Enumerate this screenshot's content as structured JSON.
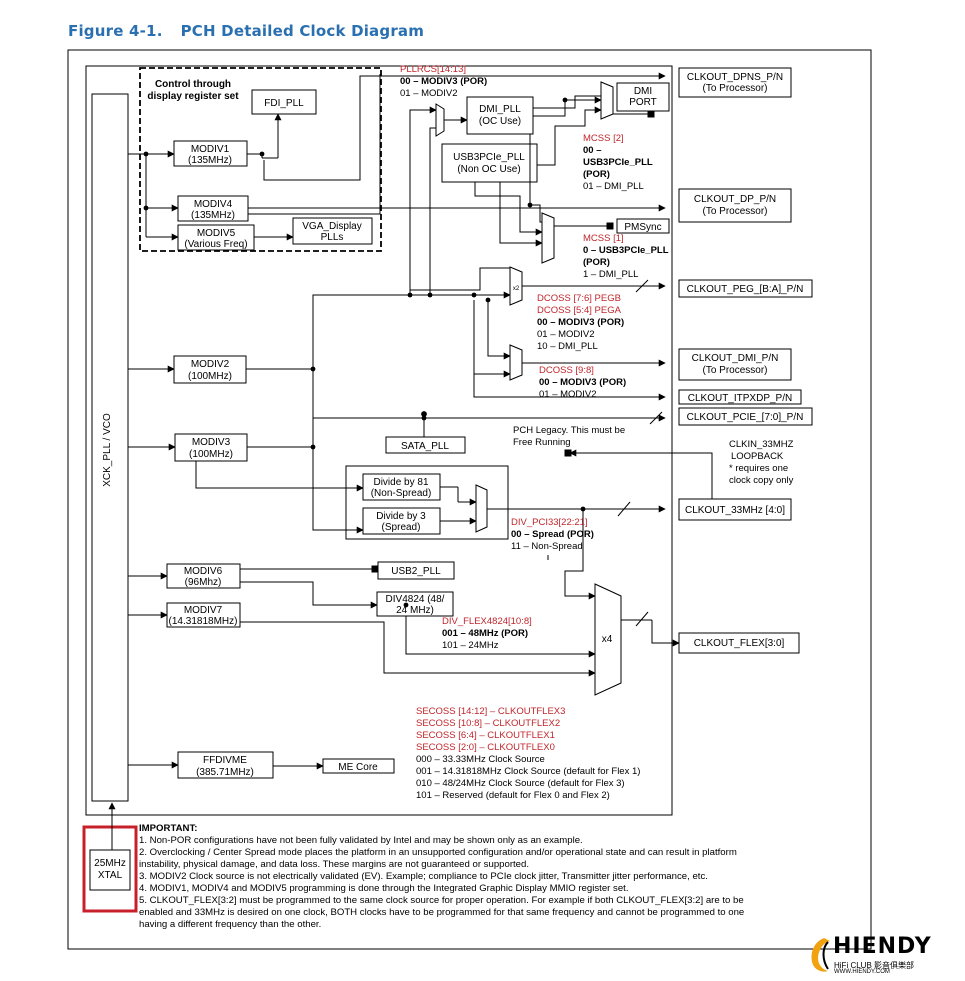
{
  "figure": {
    "number": "Figure 4-1.",
    "title": "PCH Detailed Clock Diagram"
  },
  "blocks": {
    "xck_pll": "XCK_PLL / VCO",
    "xtal_1": "25MHz",
    "xtal_2": "XTAL",
    "control_1": "Control through",
    "control_2": "display register set",
    "fdi_pll": "FDI_PLL",
    "modiv1_1": "MODIV1",
    "modiv1_2": "(135MHz)",
    "modiv4_1": "MODIV4",
    "modiv4_2": "(135MHz)",
    "modiv5_1": "MODIV5",
    "modiv5_2": "(Various Freq)",
    "vga_1": "VGA_Display",
    "vga_2": "PLLs",
    "dmi_pll_1": "DMI_PLL",
    "dmi_pll_2": "(OC Use)",
    "usb3_1": "USB3PCIe_PLL",
    "usb3_2": "(Non OC Use)",
    "dmi_port_1": "DMI",
    "dmi_port_2": "PORT",
    "pmsync": "PMSync",
    "modiv2_1": "MODIV2",
    "modiv2_2": "(100MHz)",
    "modiv3_1": "MODIV3",
    "modiv3_2": "(100MHz)",
    "sata_pll": "SATA_PLL",
    "div81_1": "Divide by 81",
    "div81_2": "(Non-Spread)",
    "div3_1": "Divide by 3",
    "div3_2": "(Spread)",
    "modiv6_1": "MODIV6",
    "modiv6_2": "(96Mhz)",
    "usb2_pll": "USB2_PLL",
    "modiv7_1": "MODIV7",
    "modiv7_2": "(14.31818MHz)",
    "div4824_1": "DIV4824 (48/",
    "div4824_2": "24 MHz)",
    "x4": "x4",
    "x2": "x2",
    "ffdivme_1": "FFDIVME",
    "ffdivme_2": "(385.71MHz)",
    "me_core": "ME Core"
  },
  "outputs": {
    "dpns_1": "CLKOUT_DPNS_P/N",
    "dpns_2": "(To Processor)",
    "dp_1": "CLKOUT_DP_P/N",
    "dp_2": "(To Processor)",
    "peg": "CLKOUT_PEG_[B:A]_P/N",
    "dmi_1": "CLKOUT_DMI_P/N",
    "dmi_2": "(To Processor)",
    "itpxdp": "CLKOUT_ITPXDP_P/N",
    "pcie": "CLKOUT_PCIE_[7:0]_P/N",
    "c33": "CLKOUT_33MHz [4:0]",
    "flex": "CLKOUT_FLEX[3:0]"
  },
  "labels": {
    "pllrcs": "PLLRCS[14:13]",
    "pllrcs_00": "00 – MODIV3 (POR)",
    "pllrcs_01": "01 – MODIV2",
    "mcss2": "MCSS [2]",
    "mcss2_00": "00 –",
    "mcss2_00b": "USB3PCIe_PLL",
    "mcss2_por": "(POR)",
    "mcss2_01": "01 – DMI_PLL",
    "mcss1": "MCSS [1]",
    "mcss1_0": "0 – USB3PCIe_PLL",
    "mcss1_por": "(POR)",
    "mcss1_1": "1 – DMI_PLL",
    "dcoss_76": "DCOSS [7:6] PEGB",
    "dcoss_54": "DCOSS [5:4] PEGA",
    "dcoss_00": "00 – MODIV3 (POR)",
    "dcoss_01": "01 – MODIV2",
    "dcoss_10": "10 – DMI_PLL",
    "dcoss98": "DCOSS [9:8]",
    "dcoss98_00": "00 – MODIV3 (POR)",
    "dcoss98_01": "01 – MODIV2",
    "pch_legacy_1": "PCH Legacy. This must be",
    "pch_legacy_2": "Free Running",
    "clkin_1": "CLKIN_33MHZ",
    "clkin_2": "LOOPBACK",
    "clkin_3": "* requires one",
    "clkin_4": "clock copy only",
    "divpci": "DIV_PCI33[22:21]",
    "divpci_00": "00 – Spread (POR)",
    "divpci_11": "11 – Non-Spread",
    "divflex": "DIV_FLEX4824[10:8]",
    "divflex_001": "001 – 48MHz (POR)",
    "divflex_101": "101 – 24MHz",
    "secoss_3": "SECOSS [14:12] – CLKOUTFLEX3",
    "secoss_2": "SECOSS [10:8] – CLKOUTFLEX2",
    "secoss_1": "SECOSS [6:4] – CLKOUTFLEX1",
    "secoss_0": "SECOSS [2:0] – CLKOUTFLEX0",
    "secoss_000": "000 – 33.33MHz Clock Source",
    "secoss_001": "001 – 14.31818MHz Clock Source (default for Flex 1)",
    "secoss_010": "010 – 48/24MHz Clock Source (default for Flex 3)",
    "secoss_101": "101 – Reserved (default for Flex 0 and Flex 2)"
  },
  "notes": {
    "heading": "IMPORTANT:",
    "n1": "1. Non-POR configurations have not been fully validated by Intel and may be shown only as an example.",
    "n2": "2. Overclocking / Center Spread mode  places the platform in an unsupported configuration and/or operational state and can result in platform instability, physical damage, and data loss. These margins are not guaranteed or supported.",
    "n3": "3. MODIV2 Clock source is not electrically validated (EV). Example; compliance to PCIe clock jitter, Transmitter jitter performance, etc.",
    "n4": "4. MODIV1, MODIV4 and MODIV5 programming is done through the Integrated Graphic Display MMIO register set.",
    "n5": "5. CLKOUT_FLEX[3:2] must be programmed to the same clock source for proper operation. For example if both CLKOUT_FLEX[3:2] are to be enabled and 33MHz is desired on one clock, BOTH clocks have to be programmed for that same frequency and cannot be programmed to one having a different frequency than the other."
  },
  "watermark": {
    "brand": "HIENDY",
    "sub": "HiFi CLUB 影音俱樂部",
    "url": "WWW.HIENDY.COM"
  },
  "colors": {
    "title": "#2a6fb0",
    "red_text": "#c0262c",
    "highlight_box": "#c8202a"
  }
}
